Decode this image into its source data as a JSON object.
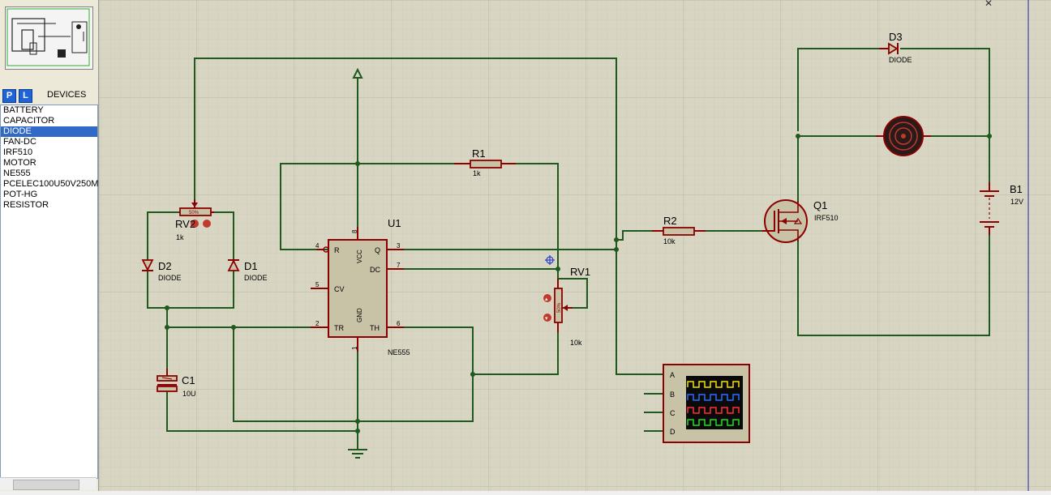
{
  "panel": {
    "p_button": "P",
    "l_button": "L",
    "title": "DEVICES",
    "devices": [
      "BATTERY",
      "CAPACITOR",
      "DIODE",
      "FAN-DC",
      "IRF510",
      "MOTOR",
      "NE555",
      "PCELEC100U50V250M",
      "POT-HG",
      "RESISTOR"
    ],
    "selected_device": "DIODE"
  },
  "schematic": {
    "u1": {
      "ref": "U1",
      "value": "NE555",
      "pins": {
        "r": "R",
        "cv": "CV",
        "tr": "TR",
        "vcc": "VCC",
        "q": "Q",
        "dc": "DC",
        "th": "TH",
        "gnd": "GND"
      },
      "pin_numbers": {
        "p4": "4",
        "p5": "5",
        "p2": "2",
        "p8": "8",
        "p3": "3",
        "p7": "7",
        "p6": "6",
        "p1": "1"
      }
    },
    "r1": {
      "ref": "R1",
      "value": "1k"
    },
    "r2": {
      "ref": "R2",
      "value": "10k"
    },
    "rv1": {
      "ref": "RV1",
      "value": "10k",
      "body": "50%"
    },
    "rv2": {
      "ref": "RV2",
      "value": "1k",
      "body": "50%"
    },
    "d1": {
      "ref": "D1",
      "value": "DIODE"
    },
    "d2": {
      "ref": "D2",
      "value": "DIODE"
    },
    "d3": {
      "ref": "D3",
      "value": "DIODE"
    },
    "c1": {
      "ref": "C1",
      "value": "10U"
    },
    "q1": {
      "ref": "Q1",
      "value": "IRF510"
    },
    "b1": {
      "ref": "B1",
      "value": "12V"
    },
    "oscilloscope": {
      "channels": [
        "A",
        "B",
        "C",
        "D"
      ]
    }
  },
  "colors": {
    "wire": "#1e5a1e",
    "component": "#8b0000",
    "body_fill": "#c8c3a7",
    "grid_bg": "#d8d6c3"
  }
}
